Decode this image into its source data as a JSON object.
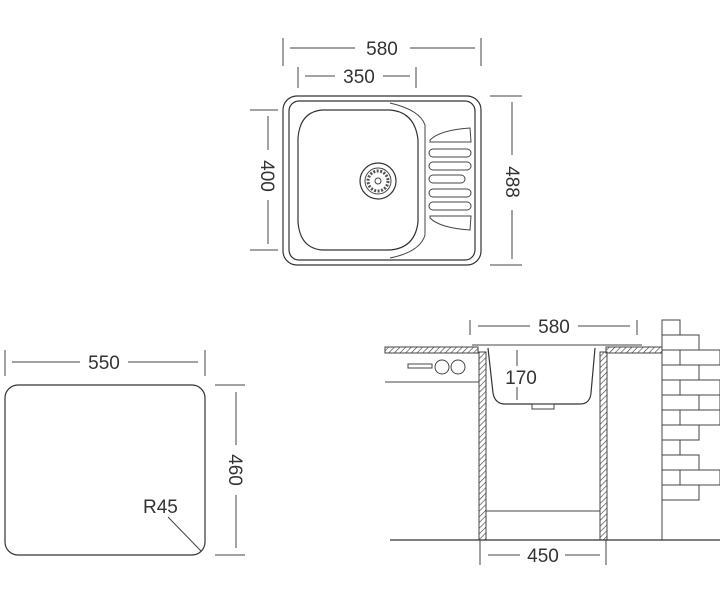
{
  "top_view": {
    "overall_width": "580",
    "bowl_width": "350",
    "bowl_depth": "400",
    "overall_depth": "488"
  },
  "cutout_view": {
    "width": "550",
    "depth": "460",
    "corner_radius": "R45"
  },
  "side_view": {
    "overall_width": "580",
    "bowl_height": "170",
    "cabinet_width": "450"
  },
  "colors": {
    "line": "#333333",
    "background": "#ffffff"
  }
}
